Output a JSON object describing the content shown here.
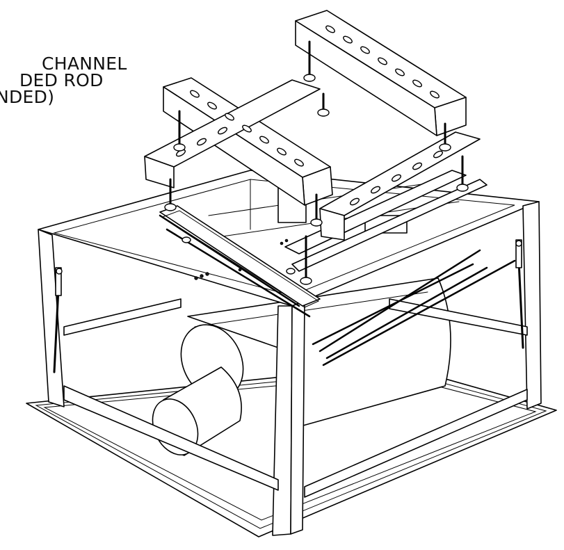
{
  "callout": {
    "lines": [
      "CHANNEL",
      "DED ROD",
      "NDED)"
    ]
  }
}
